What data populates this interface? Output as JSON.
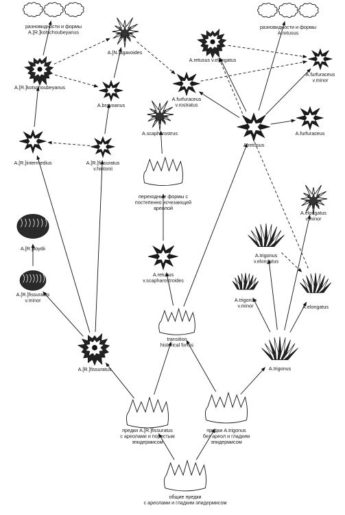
{
  "diagram": {
    "nodes": [
      {
        "id": "n_top_left_forms",
        "name": "node-varieties-kotschoubeyanus",
        "icon": "cloud-outline",
        "lines": [
          "разновидности и формы",
          "A.[R.]kotschoubeyanus"
        ]
      },
      {
        "id": "n_kotsch",
        "name": "node-kotschoubeyanus",
        "icon": "flat-rosette",
        "lines": [
          "A.[R.]kotschoubeyanus"
        ]
      },
      {
        "id": "n_agavoides",
        "name": "node-agavoides",
        "icon": "spiky-rosette",
        "lines": [
          "A.[N.]agavoides"
        ]
      },
      {
        "id": "n_bravo",
        "name": "node-bravoanus",
        "icon": "star-rosette",
        "lines": [
          "A.bravoanus"
        ]
      },
      {
        "id": "n_interm",
        "name": "node-intermedius",
        "icon": "star-rosette",
        "lines": [
          "A.[R.]intermedius"
        ]
      },
      {
        "id": "n_fiss_hint",
        "name": "node-fissuratus-hintonii",
        "icon": "star-rosette",
        "lines": [
          "A.[R.]fissuratus",
          "v.hintonii"
        ]
      },
      {
        "id": "n_lloydii",
        "name": "node-lloydii",
        "icon": "mound",
        "lines": [
          "A.[R.]lloydii"
        ]
      },
      {
        "id": "n_fiss_minor",
        "name": "node-fissuratus-minor",
        "icon": "mound",
        "lines": [
          "A.[R.]fissuratus",
          "v.minor"
        ]
      },
      {
        "id": "n_fiss",
        "name": "node-fissuratus",
        "icon": "flat-rosette",
        "lines": [
          "A.[R.]fissuratus"
        ]
      },
      {
        "id": "n_scaph",
        "name": "node-scapharostrus",
        "icon": "spiky-rosette",
        "lines": [
          "A.scapharostrus"
        ]
      },
      {
        "id": "n_trans_areole",
        "name": "node-transitional-forms",
        "icon": "zigzag-outline",
        "lines": [
          "переходные формы с",
          "постепенно исчезающей",
          "ареолой"
        ]
      },
      {
        "id": "n_ret_scaph",
        "name": "node-retusus-scapharostroides",
        "icon": "star-rosette",
        "lines": [
          "A.retusus",
          "v.scapharostroides"
        ]
      },
      {
        "id": "n_right_forms",
        "name": "node-varieties-retusus",
        "icon": "cloud-outline",
        "lines": [
          "разновидности и формы",
          "A.retusus"
        ]
      },
      {
        "id": "n_ret_elong",
        "name": "node-retusus-elongatus",
        "icon": "flat-rosette",
        "lines": [
          "A.retusus v.elongatus"
        ]
      },
      {
        "id": "n_furf_rost",
        "name": "node-furfuraceus-rostratus",
        "icon": "star-rosette",
        "lines": [
          "A.furfuraceus",
          "v.rostratus"
        ]
      },
      {
        "id": "n_furf_minor",
        "name": "node-furfuraceus-minor",
        "icon": "star-rosette",
        "lines": [
          "A.furfuraceus",
          "v.minor"
        ]
      },
      {
        "id": "n_retusus",
        "name": "node-retusus",
        "icon": "star-rosette",
        "lines": [
          "A.retusus"
        ]
      },
      {
        "id": "n_furf",
        "name": "node-furfuraceus",
        "icon": "star-rosette",
        "lines": [
          "A.furfuraceus"
        ]
      },
      {
        "id": "n_elong_minor",
        "name": "node-elongatus-minor",
        "icon": "spiky-rosette",
        "lines": [
          "A.elongatus",
          "v.minor"
        ]
      },
      {
        "id": "n_trig_elong",
        "name": "node-trigonus-elongatus",
        "icon": "tall-leaves",
        "lines": [
          "A.trigonus",
          "v.elongatus"
        ]
      },
      {
        "id": "n_trig_minor",
        "name": "node-trigonus-minor",
        "icon": "tall-leaves",
        "lines": [
          "A.trigonus",
          "v.minor"
        ]
      },
      {
        "id": "n_elong",
        "name": "node-elongatus",
        "icon": "tall-leaves",
        "lines": [
          "A.elongatus"
        ]
      },
      {
        "id": "n_trig",
        "name": "node-trigonus",
        "icon": "tall-leaves",
        "lines": [
          "A.trigonus"
        ]
      },
      {
        "id": "n_trans_hist",
        "name": "node-transition-historical",
        "icon": "zigzag-outline",
        "lines": [
          "transition",
          "historical forms"
        ]
      },
      {
        "id": "n_anc_fiss",
        "name": "node-ancestor-fissuratus",
        "icon": "zigzag-outline",
        "lines": [
          "предки A.[R.]fissuratus",
          "с ареолами и пористым",
          "эпидермисом"
        ]
      },
      {
        "id": "n_anc_trig",
        "name": "node-ancestor-trigonus",
        "icon": "zigzag-outline",
        "lines": [
          "предки A.trigonus",
          "без ареол и гладким",
          "эпидермисом"
        ]
      },
      {
        "id": "n_common",
        "name": "node-common-ancestors",
        "icon": "zigzag-outline",
        "lines": [
          "общие предки",
          "с ареолами и гладким эпидермисом"
        ]
      }
    ],
    "edges": [
      {
        "from": "n_common",
        "to": "n_anc_fiss",
        "style": "solid"
      },
      {
        "from": "n_common",
        "to": "n_anc_trig",
        "style": "solid"
      },
      {
        "from": "n_anc_fiss",
        "to": "n_fiss",
        "style": "solid"
      },
      {
        "from": "n_anc_fiss",
        "to": "n_trans_hist",
        "style": "solid"
      },
      {
        "from": "n_anc_trig",
        "to": "n_trans_hist",
        "style": "solid"
      },
      {
        "from": "n_anc_trig",
        "to": "n_trig",
        "style": "solid"
      },
      {
        "from": "n_fiss",
        "to": "n_fiss_minor",
        "style": "solid"
      },
      {
        "from": "n_fiss",
        "to": "n_interm",
        "style": "solid"
      },
      {
        "from": "n_fiss",
        "to": "n_fiss_hint",
        "style": "solid"
      },
      {
        "from": "n_fiss_minor",
        "to": "n_lloydii",
        "style": "solid"
      },
      {
        "from": "n_interm",
        "to": "n_kotsch",
        "style": "solid"
      },
      {
        "from": "n_kotsch",
        "to": "n_top_left_forms",
        "style": "solid"
      },
      {
        "from": "n_kotsch",
        "to": "n_agavoides",
        "style": "dashed"
      },
      {
        "from": "n_fiss_hint",
        "to": "n_interm",
        "style": "dashed"
      },
      {
        "from": "n_fiss_hint",
        "to": "n_bravo",
        "style": "solid"
      },
      {
        "from": "n_bravo",
        "to": "n_agavoides",
        "style": "solid"
      },
      {
        "from": "n_kotsch",
        "to": "n_bravo",
        "style": "dashed"
      },
      {
        "from": "n_agavoides",
        "to": "n_furf_rost",
        "style": "dashed"
      },
      {
        "from": "n_trans_hist",
        "to": "n_ret_scaph",
        "style": "solid"
      },
      {
        "from": "n_trans_hist",
        "to": "n_retusus",
        "style": "solid"
      },
      {
        "from": "n_ret_scaph",
        "to": "n_trans_areole",
        "style": "solid"
      },
      {
        "from": "n_trans_areole",
        "to": "n_scaph",
        "style": "solid"
      },
      {
        "from": "n_retusus",
        "to": "n_ret_elong",
        "style": "solid"
      },
      {
        "from": "n_retusus",
        "to": "n_right_forms",
        "style": "solid"
      },
      {
        "from": "n_retusus",
        "to": "n_furf_rost",
        "style": "solid"
      },
      {
        "from": "n_retusus",
        "to": "n_furf_minor",
        "style": "solid"
      },
      {
        "from": "n_retusus",
        "to": "n_furf",
        "style": "solid"
      },
      {
        "from": "n_furf_rost",
        "to": "n_furf_minor",
        "style": "dashed"
      },
      {
        "from": "n_ret_elong",
        "to": "n_furf_minor",
        "style": "dashed"
      },
      {
        "from": "n_trig",
        "to": "n_trig_minor",
        "style": "solid"
      },
      {
        "from": "n_trig",
        "to": "n_trig_elong",
        "style": "solid"
      },
      {
        "from": "n_trig",
        "to": "n_elong",
        "style": "solid"
      },
      {
        "from": "n_trig",
        "to": "n_elong_minor",
        "style": "solid"
      },
      {
        "from": "n_trig_elong",
        "to": "n_elong",
        "style": "dashed"
      },
      {
        "from": "n_elong",
        "to": "n_ret_elong",
        "style": "dashed"
      }
    ]
  }
}
